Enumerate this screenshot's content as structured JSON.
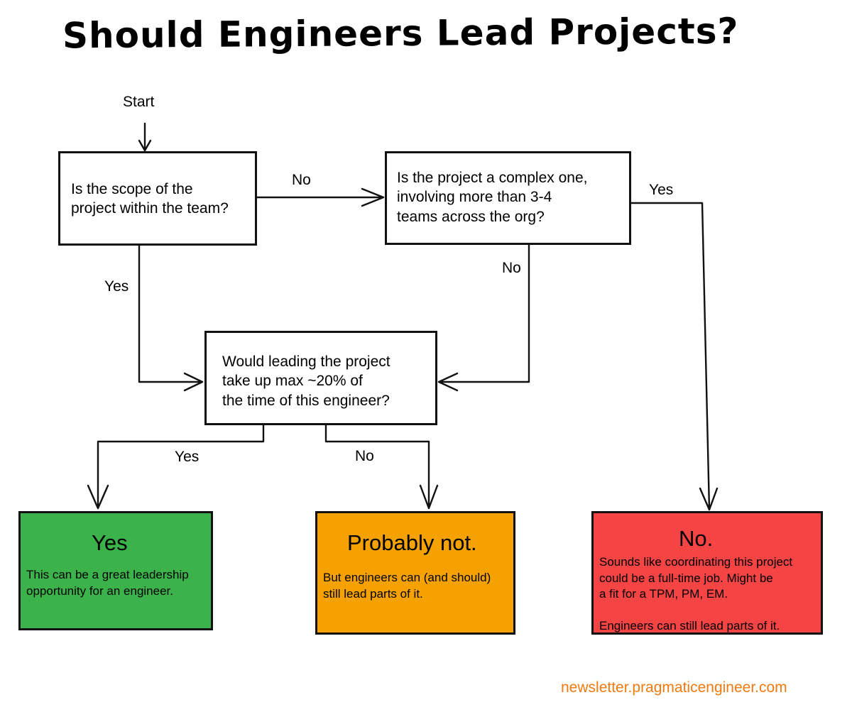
{
  "title": "Should Engineers Lead Projects?",
  "start_label": "Start",
  "nodes": {
    "q1": "Is the scope of the\nproject within the team?",
    "q2": "Is the project a complex one,\ninvolving more than 3-4\nteams across the org?",
    "q3": "Would leading the project\ntake up max ~20% of\nthe time of this engineer?"
  },
  "edges": {
    "q1_no": "No",
    "q1_yes": "Yes",
    "q2_yes": "Yes",
    "q2_no": "No",
    "q3_yes": "Yes",
    "q3_no": "No"
  },
  "outcomes": {
    "yes": {
      "heading": "Yes",
      "body": "This can be a great leadership\nopportunity for an engineer.",
      "color": "#3cb34a"
    },
    "probably_not": {
      "heading": "Probably not.",
      "body": "But engineers can (and should)\nstill lead parts of it.",
      "color": "#f5a200"
    },
    "no": {
      "heading": "No.",
      "body": "Sounds like coordinating this project\ncould be a full-time job. Might be\na fit for a TPM, PM, EM.\n\nEngineers can still lead parts of it.",
      "color": "#f44444"
    }
  },
  "footer": "newsletter.pragmaticengineer.com",
  "footer_color": "#f07a10"
}
